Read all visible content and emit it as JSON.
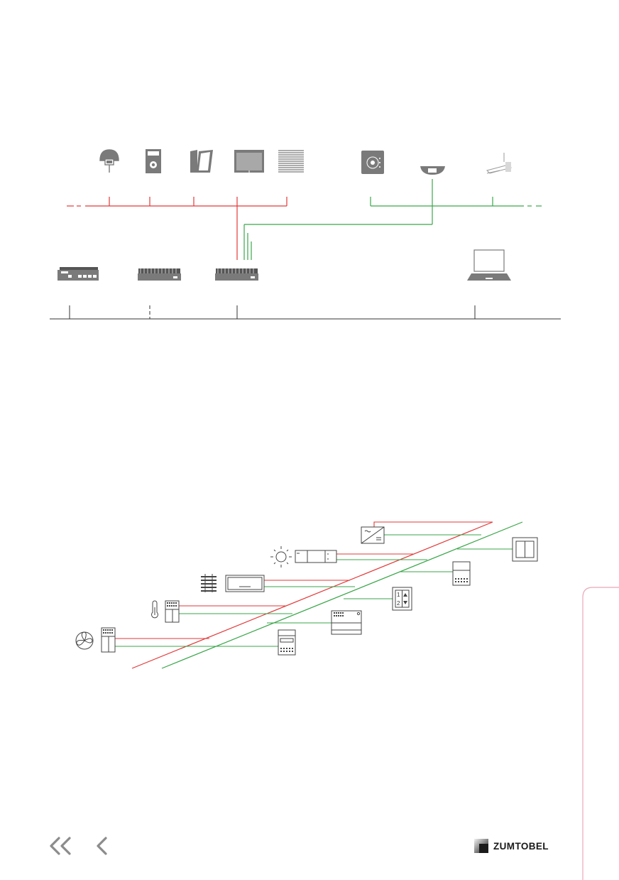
{
  "brand": {
    "name": "ZUMTOBEL"
  },
  "colors": {
    "bus_red": "#e23a3a",
    "bus_green": "#3aa64a",
    "device_gray": "#7a7a7a",
    "nav_gray": "#8c8c8c",
    "sidebar_pink": "#e8a9b8"
  },
  "navigation": {
    "first_page_icon": "double-chevron-left-icon",
    "previous_page_icon": "chevron-left-icon"
  },
  "diagram_top": {
    "red_bus_devices": [
      "sensor-head-icon",
      "fire-panel-icon",
      "window-icon",
      "blind-screen-icon",
      "louvre-icon"
    ],
    "green_bus_devices": [
      "control-panel-icon",
      "ceiling-sensor-icon",
      "luminaire-icon"
    ],
    "controllers": [
      "server-controller-icon",
      "rack-controller-icon",
      "rack-controller-gateway-icon",
      "laptop-icon"
    ]
  },
  "diagram_bottom": {
    "left_devices": [
      "fan-icon",
      "thermometer-icon",
      "blind-motor-icon",
      "daylight-sensor-icon",
      "power-supply-icon"
    ],
    "right_devices": [
      "double-switch-icon",
      "din-module-icon",
      "scene-switch-icon",
      "din-controller-icon",
      "din-module-small-icon"
    ],
    "scene_switch_labels": [
      "1",
      "2"
    ]
  }
}
